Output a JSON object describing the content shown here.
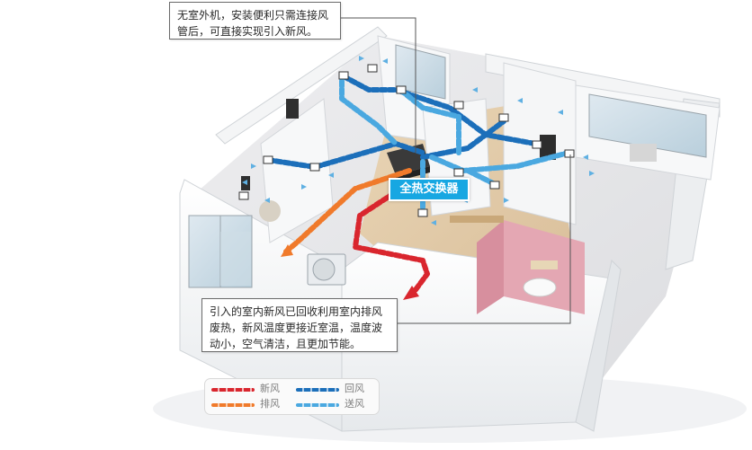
{
  "callouts": {
    "top": {
      "line1": "无室外机，安装便利只需连接风",
      "line2": "管后，可直接实现引入新风。"
    },
    "bottom": {
      "line1": "引入的室内新风已回收利用室内排风",
      "line2": "废热，新风温度更接近室温，温度波",
      "line3": "动小，空气清洁，且更加节能。"
    }
  },
  "unit_label": "全热交换器",
  "legend": [
    {
      "label": "新风",
      "color": "#d9262e"
    },
    {
      "label": "回风",
      "color": "#1c6fba"
    },
    {
      "label": "排风",
      "color": "#f07a2b"
    },
    {
      "label": "送风",
      "color": "#4aa8e0"
    }
  ],
  "colors": {
    "fresh_air": "#d9262e",
    "return_air": "#1c6fba",
    "exhaust_air": "#f07a2b",
    "supply_air": "#4aa8e0",
    "unit_badge": "#17a7e2"
  }
}
